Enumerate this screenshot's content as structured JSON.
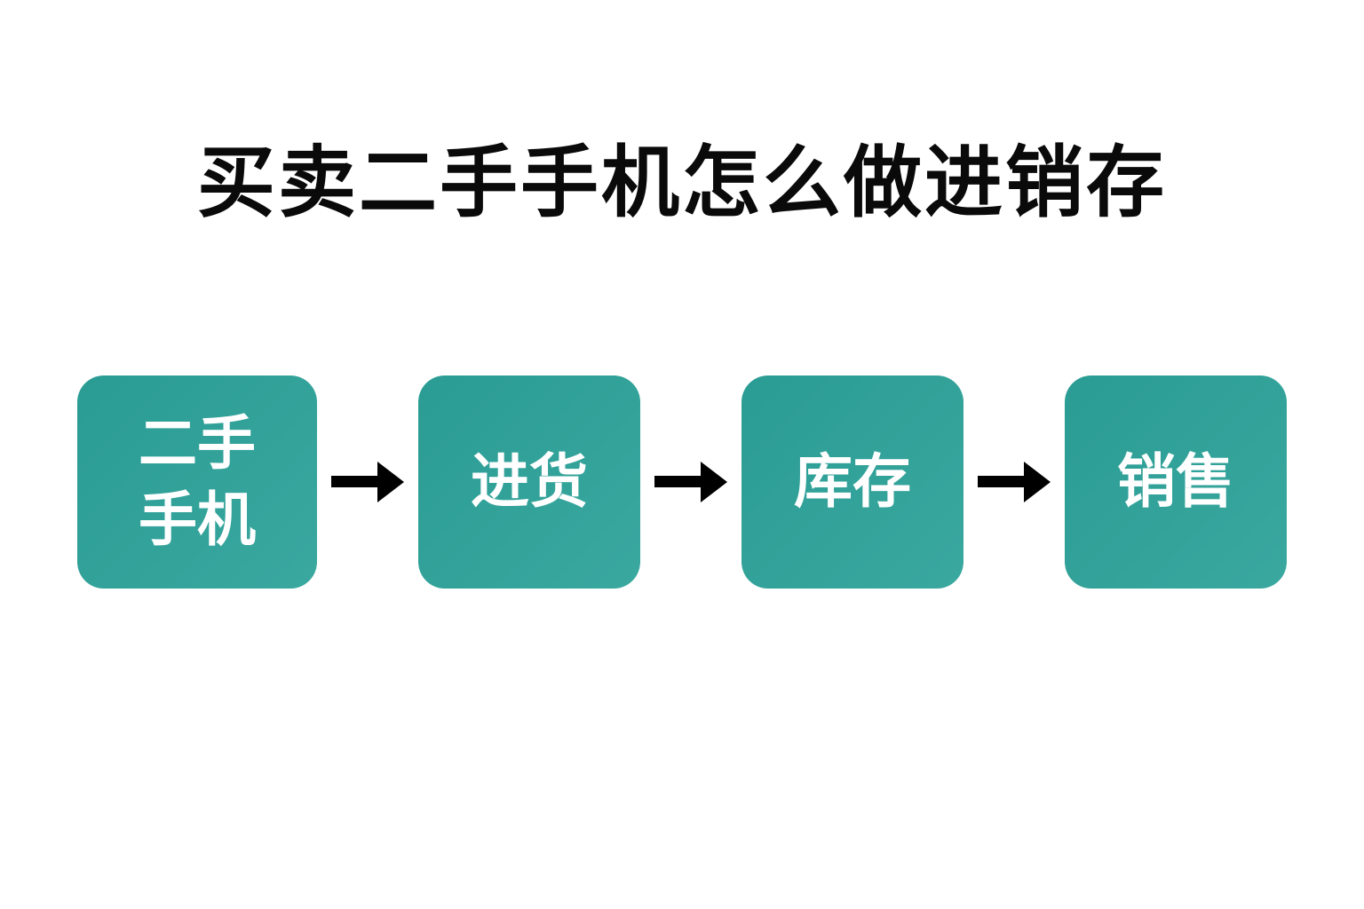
{
  "title": "买卖二手手机怎么做进销存",
  "colors": {
    "background": "#ffffff",
    "node_fill_start": "#2a9c94",
    "node_fill_end": "#3aa89f",
    "node_text": "#ffffff",
    "arrow": "#000000",
    "title_text": "#0a0a0a"
  },
  "flow": {
    "nodes": [
      {
        "id": "second-hand-phone",
        "label": "二手\n手机"
      },
      {
        "id": "purchase",
        "label": "进货"
      },
      {
        "id": "inventory",
        "label": "库存"
      },
      {
        "id": "sales",
        "label": "销售"
      }
    ]
  }
}
